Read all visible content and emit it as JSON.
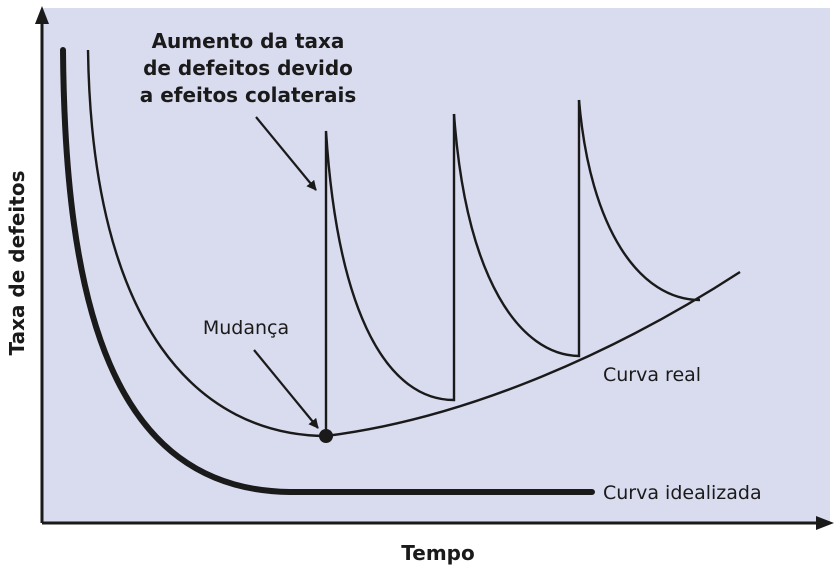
{
  "axes": {
    "x_title": "Tempo",
    "y_title": "Taxa de defeitos"
  },
  "annotations": {
    "side_effects": [
      "Aumento da taxa",
      "de defeitos devido",
      "a efeitos colaterais"
    ],
    "change": "Mudança"
  },
  "curves": {
    "actual": "Curva real",
    "idealized": "Curva idealizada"
  },
  "colors": {
    "plot_background": "#d9dbef",
    "ink": "#1a1a1a"
  }
}
